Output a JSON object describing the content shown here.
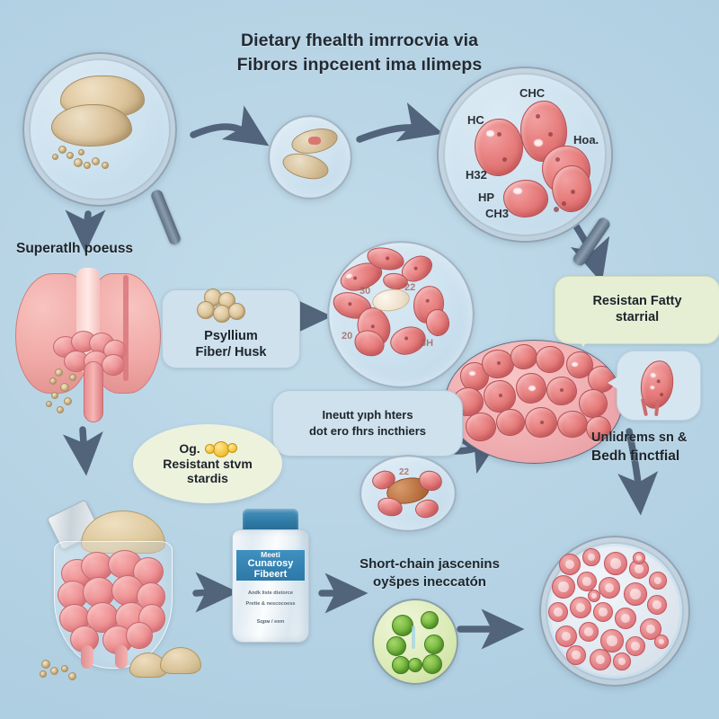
{
  "background_color": "#b9d6e6",
  "title": {
    "line1": "Dietary fhealth imrrocvia via",
    "line2": "Fibrors inpceıent ima ılimeps"
  },
  "labels": {
    "superficial_process": "Superatlh poeuss",
    "psyllium": {
      "line1": "Psyllium",
      "line2": "Fiber/ Husk"
    },
    "resistant_fatty": {
      "line1": "Resistan Fatty",
      "line2": "starrial"
    },
    "inert_callout": {
      "line1": "Ineutt yıph hters",
      "line2": "dot ero fhrs incthiers"
    },
    "resistant_starch": {
      "line1": "Og.",
      "line2": "Resistant stvm",
      "line3": "stardis"
    },
    "underms": {
      "line1": "Unlidrems sn &",
      "line2": "Bedh finctfial"
    },
    "short_chain": {
      "line1": "Short-chain jascenins",
      "line2": "oyšpes ineccatón"
    }
  },
  "bottle": {
    "brand_line1": "Meeti",
    "brand_line2": "Cunarosy",
    "brand_line3": "Fibeert",
    "sub_line1": "Andk liste distorce",
    "sub_line2": "Prette & nescocoess",
    "sub_line3": "Sqpм / eem",
    "cap_color": "#2f7aa6",
    "band_color": "#3f90c0"
  },
  "molecule_circle": {
    "chem_labels": [
      "CHC",
      "HC",
      "Hoa.",
      "H32",
      "HP",
      "CH3"
    ]
  },
  "bacteria_circle": {
    "markers": [
      "30",
      "22",
      "20",
      "3H"
    ]
  },
  "palette": {
    "bubble_blue": "#cfe1ec",
    "bubble_green": "#e6eed4",
    "bubble_cream": "#edf2dd",
    "arrow": "#4a5b72",
    "bacteria_pink": "#e8807f",
    "green_cell": "#76b83f",
    "seed_tan": "#ddc79d"
  }
}
